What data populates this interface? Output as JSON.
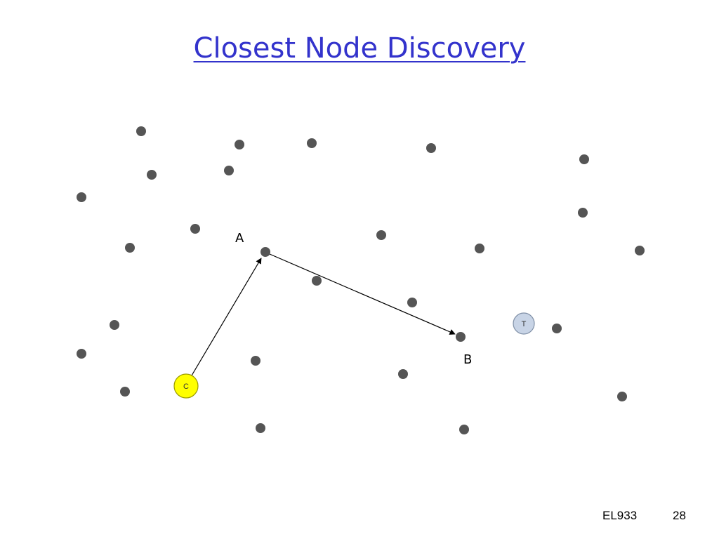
{
  "slide": {
    "title": "Closest Node Discovery",
    "footer_course": "EL933",
    "footer_page": "28"
  },
  "diagram": {
    "labels": {
      "a": "A",
      "b": "B"
    },
    "nodes": {
      "client": {
        "label": "C",
        "color": "#ffff00"
      },
      "target": {
        "label": "T",
        "color": "#c8d4e6"
      },
      "regular_color": "#555555"
    }
  }
}
